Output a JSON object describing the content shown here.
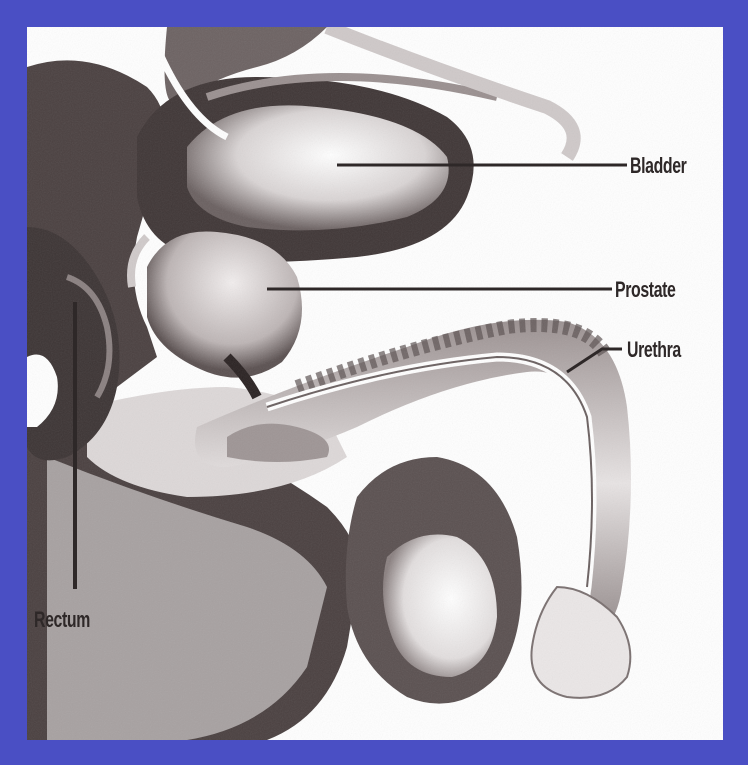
{
  "figure": {
    "labels": {
      "bladder": "Bladder",
      "prostate": "Prostate",
      "urethra": "Urethra",
      "rectum": "Rectum"
    }
  },
  "colors": {
    "frame": "#4a4fc4",
    "ink": "#4a4040",
    "background": "#ffffff"
  }
}
